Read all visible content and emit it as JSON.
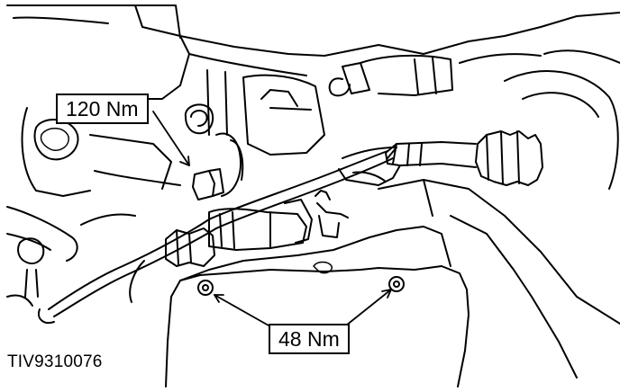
{
  "labels": {
    "torque_upper": "120 Nm",
    "torque_lower": "48 Nm",
    "figure_id": "TIV9310076"
  },
  "colors": {
    "ink": "#000000",
    "paper": "#ffffff"
  }
}
